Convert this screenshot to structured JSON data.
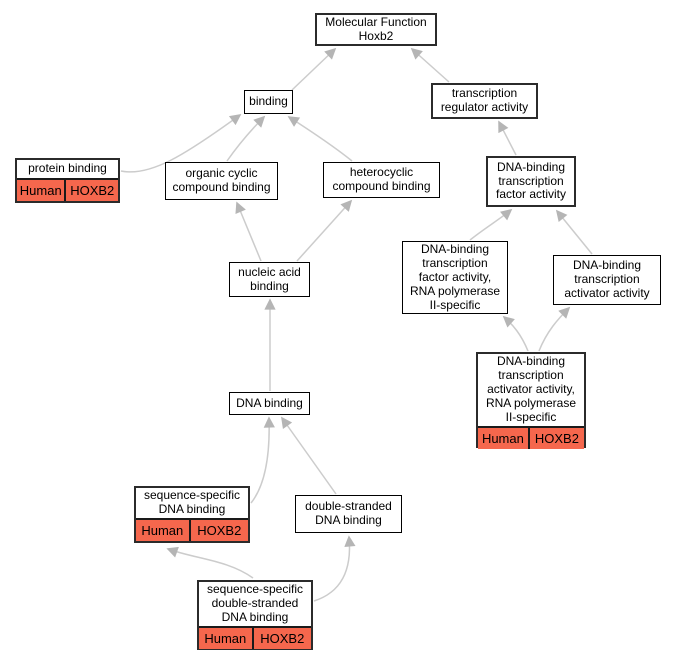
{
  "diagram": {
    "type": "gene-ontology-graph",
    "root_label": "Molecular Function Hoxb2",
    "colors": {
      "annotation_fill": "#f5674d",
      "node_fill": "#ffffff",
      "node_border": "#2b2b2b",
      "edge": "#cccccc",
      "arrowhead": "#b5b5b5"
    },
    "nodes": [
      {
        "id": "molecular-function-hoxb2",
        "label": "Molecular Function\nHoxb2",
        "tags": []
      },
      {
        "id": "binding",
        "label": "binding",
        "tags": []
      },
      {
        "id": "transcription-regulator-activity",
        "label": "transcription\nregulator activity",
        "tags": []
      },
      {
        "id": "protein-binding",
        "label": "protein binding",
        "tags": [
          "Human",
          "HOXB2"
        ]
      },
      {
        "id": "organic-cyclic-compound-binding",
        "label": "organic cyclic\ncompound binding",
        "tags": []
      },
      {
        "id": "heterocyclic-compound-binding",
        "label": "heterocyclic\ncompound binding",
        "tags": []
      },
      {
        "id": "dna-binding-transcription-factor-activity",
        "label": "DNA-binding\ntranscription\nfactor activity",
        "tags": []
      },
      {
        "id": "dna-binding-transcription-factor-activity-rna-polymerase-ii-specific",
        "label": "DNA-binding\ntranscription\nfactor activity,\nRNA polymerase\nII-specific",
        "tags": []
      },
      {
        "id": "dna-binding-transcription-activator-activity",
        "label": "DNA-binding\ntranscription\nactivator activity",
        "tags": []
      },
      {
        "id": "nucleic-acid-binding",
        "label": "nucleic acid\nbinding",
        "tags": []
      },
      {
        "id": "dna-binding-transcription-activator-activity-rna-polymerase-ii-specific",
        "label": "DNA-binding\ntranscription\nactivator activity,\nRNA polymerase\nII-specific",
        "tags": [
          "Human",
          "HOXB2"
        ]
      },
      {
        "id": "dna-binding",
        "label": "DNA binding",
        "tags": []
      },
      {
        "id": "sequence-specific-dna-binding",
        "label": "sequence-specific\nDNA binding",
        "tags": [
          "Human",
          "HOXB2"
        ]
      },
      {
        "id": "double-stranded-dna-binding",
        "label": "double-stranded\nDNA binding",
        "tags": []
      },
      {
        "id": "sequence-specific-double-stranded-dna-binding",
        "label": "sequence-specific\ndouble-stranded\nDNA binding",
        "tags": [
          "Human",
          "HOXB2"
        ]
      }
    ],
    "edges": [
      {
        "from": "binding",
        "to": "molecular-function-hoxb2"
      },
      {
        "from": "transcription-regulator-activity",
        "to": "molecular-function-hoxb2"
      },
      {
        "from": "protein-binding",
        "to": "binding"
      },
      {
        "from": "organic-cyclic-compound-binding",
        "to": "binding"
      },
      {
        "from": "heterocyclic-compound-binding",
        "to": "binding"
      },
      {
        "from": "dna-binding-transcription-factor-activity",
        "to": "transcription-regulator-activity"
      },
      {
        "from": "nucleic-acid-binding",
        "to": "organic-cyclic-compound-binding"
      },
      {
        "from": "nucleic-acid-binding",
        "to": "heterocyclic-compound-binding"
      },
      {
        "from": "dna-binding-transcription-factor-activity-rna-polymerase-ii-specific",
        "to": "dna-binding-transcription-factor-activity"
      },
      {
        "from": "dna-binding-transcription-activator-activity",
        "to": "dna-binding-transcription-factor-activity"
      },
      {
        "from": "dna-binding-transcription-activator-activity-rna-polymerase-ii-specific",
        "to": "dna-binding-transcription-factor-activity-rna-polymerase-ii-specific"
      },
      {
        "from": "dna-binding-transcription-activator-activity-rna-polymerase-ii-specific",
        "to": "dna-binding-transcription-activator-activity"
      },
      {
        "from": "dna-binding",
        "to": "nucleic-acid-binding"
      },
      {
        "from": "sequence-specific-dna-binding",
        "to": "dna-binding"
      },
      {
        "from": "double-stranded-dna-binding",
        "to": "dna-binding"
      },
      {
        "from": "sequence-specific-double-stranded-dna-binding",
        "to": "sequence-specific-dna-binding"
      },
      {
        "from": "sequence-specific-double-stranded-dna-binding",
        "to": "double-stranded-dna-binding"
      }
    ]
  }
}
